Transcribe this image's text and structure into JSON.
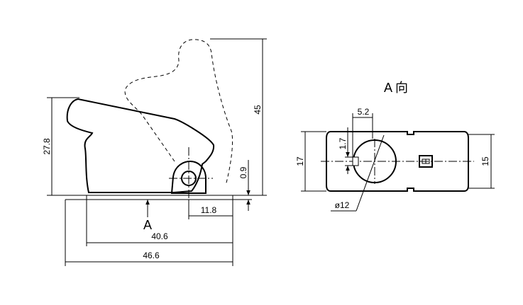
{
  "side_view": {
    "dims": {
      "height_total": "45",
      "height_lever": "27.8",
      "base_thickness": "0.9",
      "pivot_offset": "11.8",
      "base_length": "40.6",
      "overall_length": "46.6"
    },
    "view_arrow_label": "A"
  },
  "end_view": {
    "title": "A 向",
    "dims": {
      "slot_width": "5.2",
      "slot_height": "1.7",
      "plate_height": "17",
      "hole_dia": "ø12",
      "right_height": "15"
    }
  }
}
